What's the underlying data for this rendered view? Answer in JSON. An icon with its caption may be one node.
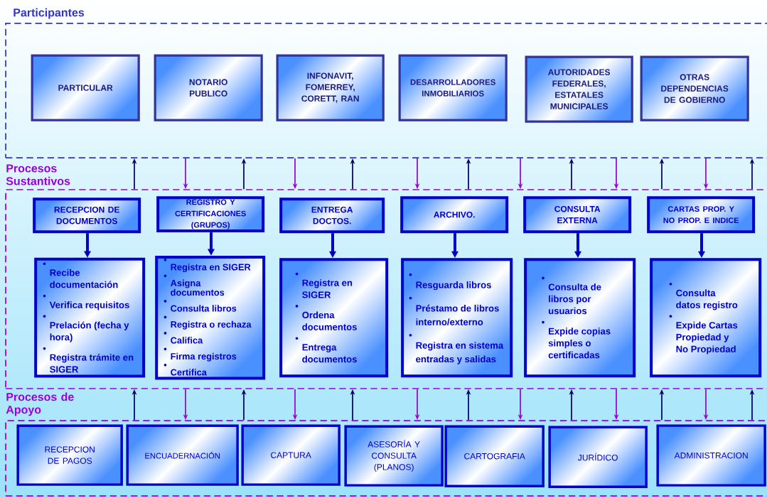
{
  "diagram": {
    "nodes": [
      {
        "text": [
          "Participantes"
        ]
      },
      {
        "text": [
          "PARTICULAR"
        ],
        "in": 0
      },
      {
        "text": [
          "NOTARIO PUBLICO"
        ],
        "in": 0
      },
      {
        "text": [
          "INFONAVIT, FOMERREY, CORETT, RAN"
        ],
        "in": 0
      },
      {
        "text": [
          "DESARROLLADORES INMOBILIARIOS"
        ],
        "in": 0
      },
      {
        "text": [
          "AUTORIDADES FEDERALES, ESTATALES MUNICIPALES"
        ],
        "in": 0
      },
      {
        "text": [
          "OTRAS DEPENDENCIAS DE GOBIERNO"
        ],
        "in": 0
      },
      {
        "text": [
          "Procesos Sustantivos"
        ]
      },
      {
        "text": [
          "RECEPCION DE DOCUMENTOS"
        ],
        "in": 7
      },
      {
        "text": [
          "REGISTRO Y CERTIFICACIONES (GRUPOS)"
        ],
        "in": 7
      },
      {
        "text": [
          "ENTREGA DOCTOS."
        ],
        "in": 7
      },
      {
        "text": [
          "ARCHIVO."
        ],
        "in": 7
      },
      {
        "text": [
          "CONSULTA EXTERNA"
        ],
        "in": 7
      },
      {
        "text": [
          "CARTAS PROP. Y NO PROP. E INDICE"
        ],
        "in": 7
      },
      {
        "text": [
          "Recibe documentación",
          "Verifica requisitos",
          "Prelación (fecha y hora)",
          "Registra trámite en SIGER"
        ],
        "in": 7
      },
      {
        "text": [
          "Registra en SIGER",
          "Asigna documentos",
          "Consulta libros",
          "Registra o rechaza",
          "Califica",
          "Firma registros",
          "Certifica"
        ],
        "in": 7
      },
      {
        "text": [
          "Registra en SIGER",
          "Ordena documentos",
          "Entrega documentos"
        ],
        "in": 7
      },
      {
        "text": [
          "Resguarda libros",
          "Préstamo de libros interno/externo",
          "Registra en sistema entradas y salidas"
        ],
        "in": 7
      },
      {
        "text": [
          "Consulta de libros por usuarios",
          "Expide copias simples o certificadas"
        ],
        "in": 7
      },
      {
        "text": [
          "Consulta datos registro",
          "Expide Cartas Propiedad y No Propiedad"
        ],
        "in": 7
      },
      {
        "text": [
          "Procesos de Apoyo"
        ]
      },
      {
        "text": [
          "RECEPCION DE PAGOS"
        ],
        "in": 20
      },
      {
        "text": [
          "ENCUADERNACIÓN"
        ],
        "in": 20
      },
      {
        "text": [
          "CAPTURA"
        ],
        "in": 20
      },
      {
        "text": [
          "ASESORÍA Y CONSULTA (PLANOS)"
        ],
        "in": 20
      },
      {
        "text": [
          "CARTOGRAFIA"
        ],
        "in": 20
      },
      {
        "text": [
          "JURÍDICO"
        ],
        "in": 20
      },
      {
        "text": [
          "ADMINISTRACION"
        ],
        "in": 20
      }
    ],
    "edges": [
      {
        "from": 7,
        "to": 0,
        "arrow": "to"
      },
      {
        "from": 0,
        "to": 7,
        "arrow": "to",
        "color": "#9900dd"
      },
      {
        "from": 7,
        "to": 0,
        "arrow": "to"
      },
      {
        "from": 0,
        "to": 7,
        "arrow": "to",
        "color": "#9900dd"
      },
      {
        "from": 7,
        "to": 0,
        "arrow": "to"
      },
      {
        "from": 0,
        "to": 7,
        "arrow": "to",
        "color": "#9900dd"
      },
      {
        "from": 7,
        "to": 0,
        "arrow": "to"
      },
      {
        "from": 0,
        "to": 7,
        "arrow": "to",
        "color": "#9900dd"
      },
      {
        "from": 7,
        "to": 0,
        "arrow": "to"
      },
      {
        "from": 0,
        "to": 7,
        "arrow": "to",
        "color": "#9900dd"
      },
      {
        "from": 7,
        "to": 0,
        "arrow": "to"
      },
      {
        "from": 0,
        "to": 7,
        "arrow": "to",
        "color": "#9900dd"
      },
      {
        "from": 7,
        "to": 0,
        "arrow": "to"
      },
      {
        "from": 8,
        "to": 14,
        "arrow": "to",
        "style": "thick",
        "color": "#0000cc"
      },
      {
        "from": 9,
        "to": 15,
        "arrow": "to",
        "style": "thick",
        "color": "#0000cc"
      },
      {
        "from": 10,
        "to": 16,
        "arrow": "to",
        "style": "thick",
        "color": "#0000cc"
      },
      {
        "from": 11,
        "to": 17,
        "arrow": "to",
        "style": "thick",
        "color": "#0000cc"
      },
      {
        "from": 12,
        "to": 18,
        "arrow": "to",
        "style": "thick",
        "color": "#0000cc"
      },
      {
        "from": 13,
        "to": 19,
        "arrow": "to",
        "style": "thick",
        "color": "#0000cc"
      },
      {
        "from": 20,
        "to": 7,
        "arrow": "to"
      },
      {
        "from": 7,
        "to": 20,
        "arrow": "to",
        "color": "#9900dd"
      },
      {
        "from": 20,
        "to": 7,
        "arrow": "to"
      },
      {
        "from": 7,
        "to": 20,
        "arrow": "to",
        "color": "#9900dd"
      },
      {
        "from": 20,
        "to": 7,
        "arrow": "to"
      },
      {
        "from": 7,
        "to": 20,
        "arrow": "to",
        "color": "#9900dd"
      },
      {
        "from": 20,
        "to": 7,
        "arrow": "to"
      },
      {
        "from": 7,
        "to": 20,
        "arrow": "to",
        "color": "#9900dd"
      },
      {
        "from": 20,
        "to": 7,
        "arrow": "to"
      },
      {
        "from": 7,
        "to": 20,
        "arrow": "to",
        "color": "#9900dd"
      },
      {
        "from": 20,
        "to": 7,
        "arrow": "to"
      },
      {
        "from": 7,
        "to": 20,
        "arrow": "to",
        "color": "#9900dd"
      },
      {
        "from": 20,
        "to": 7,
        "arrow": "to"
      }
    ]
  }
}
